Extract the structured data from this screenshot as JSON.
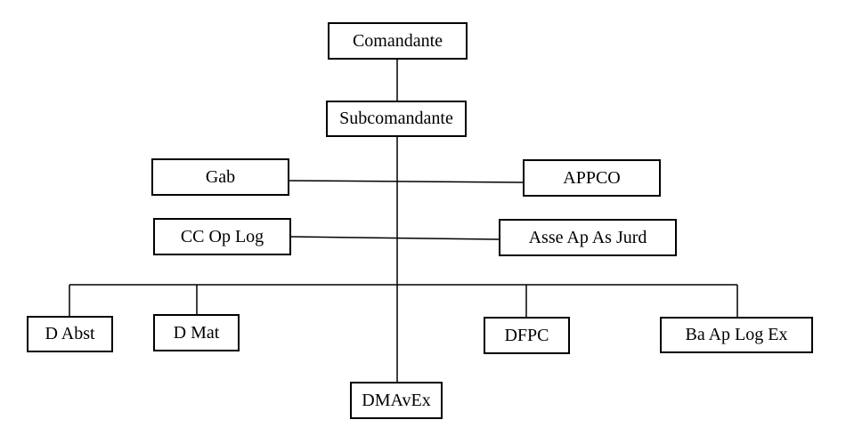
{
  "org_chart": {
    "nodes": {
      "comandante": "Comandante",
      "subcomandante": "Subcomandante",
      "gab": "Gab",
      "appco": "APPCO",
      "cc_op_log": "CC Op Log",
      "asse_ap_as_jurd": "Asse Ap As Jurd",
      "d_abst": "D Abst",
      "d_mat": "D Mat",
      "dfpc": "DFPC",
      "ba_ap_log_ex": "Ba Ap Log Ex",
      "dmavex": "DMAvEx"
    },
    "edges": [
      [
        "comandante",
        "subcomandante"
      ],
      [
        "subcomandante",
        "gab"
      ],
      [
        "subcomandante",
        "appco"
      ],
      [
        "subcomandante",
        "cc_op_log"
      ],
      [
        "subcomandante",
        "asse_ap_as_jurd"
      ],
      [
        "subcomandante",
        "d_abst"
      ],
      [
        "subcomandante",
        "d_mat"
      ],
      [
        "subcomandante",
        "dfpc"
      ],
      [
        "subcomandante",
        "ba_ap_log_ex"
      ],
      [
        "subcomandante",
        "dmavex"
      ]
    ],
    "colors": {
      "line": "#000000",
      "box_border": "#000000",
      "box_fill": "#ffffff",
      "text": "#000000"
    }
  }
}
